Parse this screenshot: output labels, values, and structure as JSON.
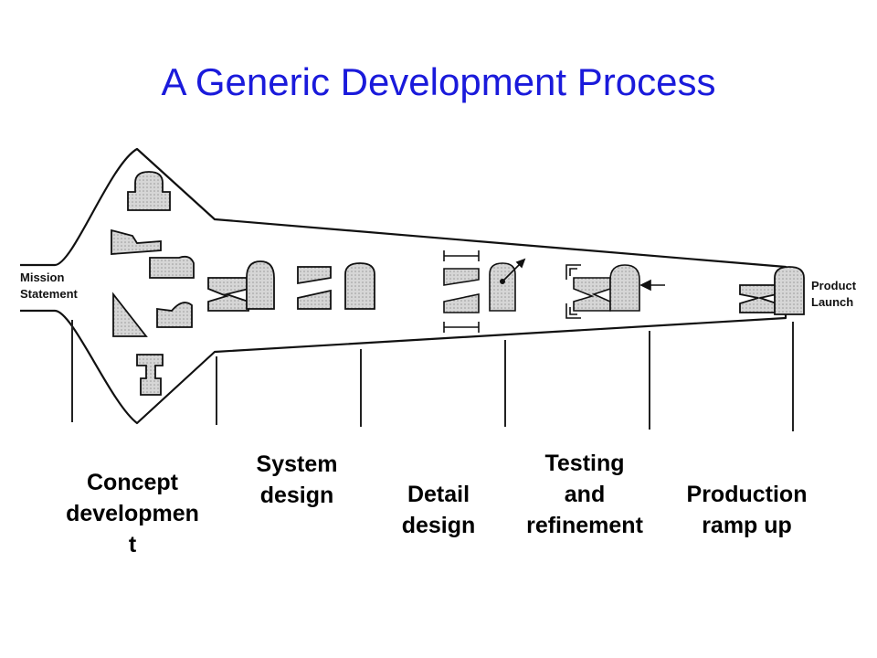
{
  "title": "A Generic Development Process",
  "labels": {
    "mission_line1": "Mission",
    "mission_line2": "Statement",
    "product_line1": "Product",
    "product_line2": "Launch"
  },
  "stages": [
    {
      "id": "concept",
      "lines": [
        "Concept",
        "developmen",
        "t"
      ]
    },
    {
      "id": "system",
      "lines": [
        "System",
        "design"
      ]
    },
    {
      "id": "detail",
      "lines": [
        "Detail",
        "design"
      ]
    },
    {
      "id": "testing",
      "lines": [
        "Testing",
        "and",
        "refinement"
      ]
    },
    {
      "id": "production",
      "lines": [
        "Production",
        "ramp up"
      ]
    }
  ],
  "colors": {
    "title": "#1a1adb",
    "shape_fill": "#c8c8c8",
    "outline": "#111111"
  }
}
